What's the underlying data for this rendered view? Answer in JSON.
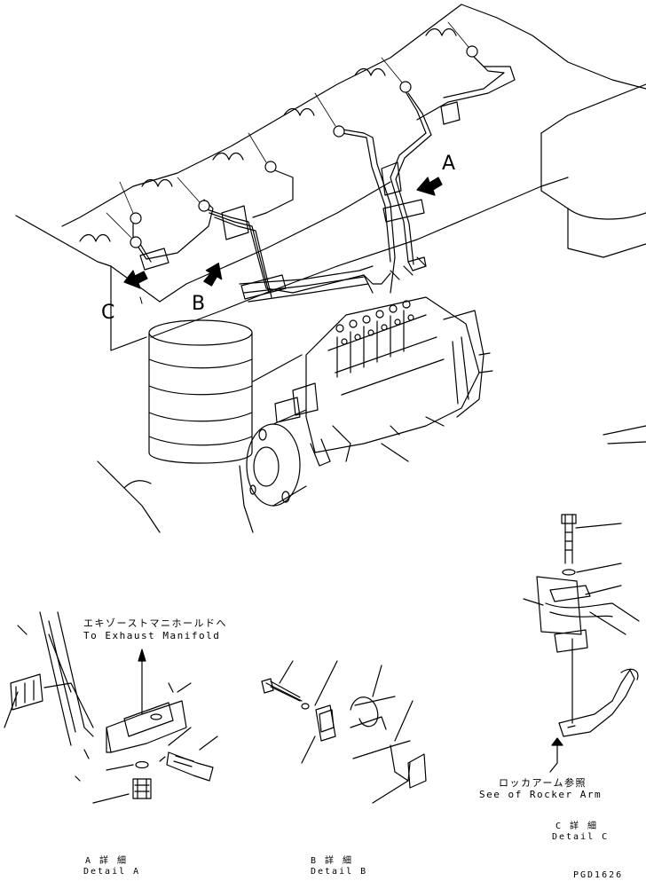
{
  "callouts": {
    "a": "A",
    "b": "B",
    "c": "C"
  },
  "notes": {
    "exhaust_jp": "エキゾーストマニホールドへ",
    "exhaust_en": "To Exhaust Manifold",
    "rocker_jp": "ロッカアーム参照",
    "rocker_en": "See of Rocker Arm"
  },
  "details": {
    "a_jp": "A 詳 細",
    "a_en": "Detail A",
    "b_jp": "B 詳 細",
    "b_en": "Detail B",
    "c_jp": "C 詳 細",
    "c_en": "Detail C"
  },
  "drawing_number": "PGD1626"
}
